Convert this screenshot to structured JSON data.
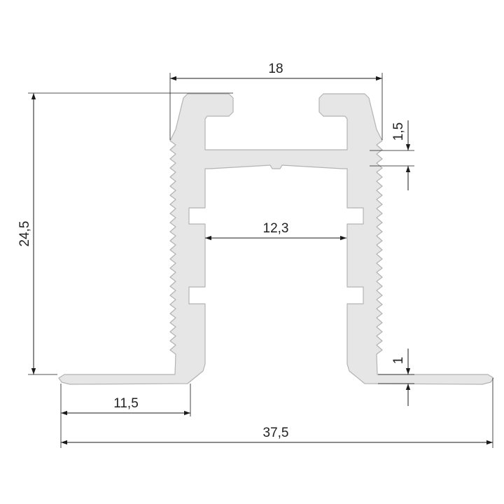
{
  "drawing": {
    "colors": {
      "profile_fill": "#e6e6e6",
      "profile_stroke": "#b3b3b3",
      "dimension_color": "#1a1a1a",
      "text_color": "#222222",
      "background": "#ffffff"
    },
    "dimensions": {
      "top_width": "18",
      "slot_height": "1,5",
      "overall_height": "24,5",
      "inner_width": "12,3",
      "flange_thickness": "1",
      "flange_width": "11,5",
      "overall_width": "37,5"
    }
  }
}
